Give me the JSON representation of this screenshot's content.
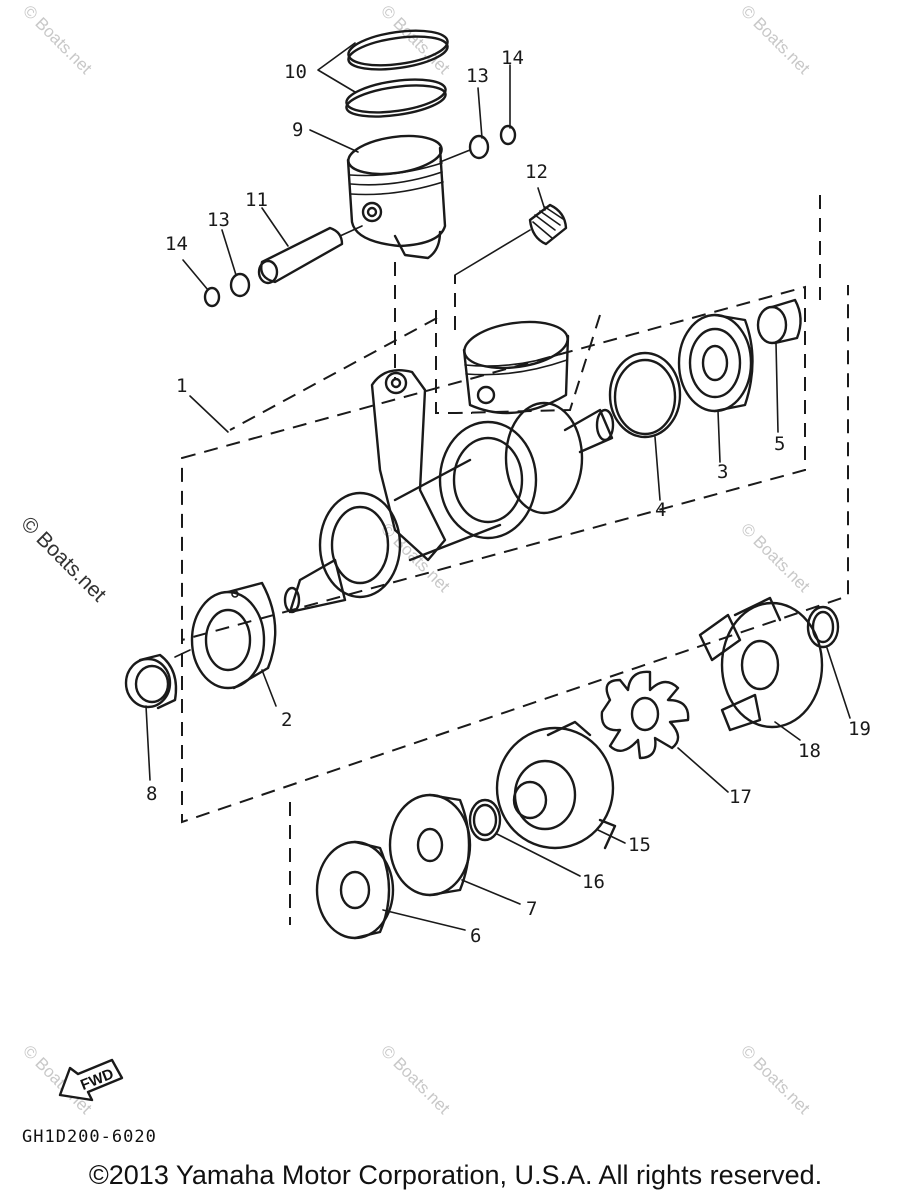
{
  "diagram": {
    "part_labels": [
      "1",
      "2",
      "3",
      "4",
      "5",
      "6",
      "7",
      "8",
      "9",
      "10",
      "11",
      "12",
      "13",
      "13",
      "14",
      "14",
      "15",
      "16",
      "17",
      "18",
      "19"
    ],
    "drawing_code": "GH1D200-6020",
    "fwd_label": "FWD"
  },
  "watermarks": {
    "text": "© Boats.net",
    "prominent": "© Boats.net"
  },
  "footer": {
    "copyright": "©2013 Yamaha Motor Corporation, U.S.A. All rights reserved."
  }
}
